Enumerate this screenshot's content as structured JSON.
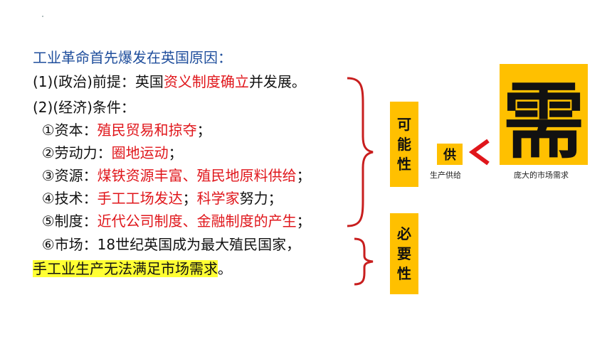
{
  "lines": [
    {
      "segments": [
        {
          "text": "工业革命首先爆发在英国原因：",
          "style": "blue"
        }
      ]
    },
    {
      "segments": [
        {
          "text": "(1)(政治)前提：英国",
          "style": ""
        },
        {
          "text": "资义制度确立",
          "style": "red"
        },
        {
          "text": "并发展。",
          "style": ""
        }
      ]
    },
    {
      "segments": [
        {
          "text": "(2)(经济)条件：",
          "style": ""
        }
      ]
    },
    {
      "segments": [
        {
          "text": "  ①资本：",
          "style": ""
        },
        {
          "text": "殖民贸易和掠夺",
          "style": "red"
        },
        {
          "text": "；",
          "style": ""
        }
      ]
    },
    {
      "segments": [
        {
          "text": "  ②劳动力：",
          "style": ""
        },
        {
          "text": "圈地运动",
          "style": "red"
        },
        {
          "text": "；",
          "style": ""
        }
      ]
    },
    {
      "segments": [
        {
          "text": "  ③资源：",
          "style": ""
        },
        {
          "text": "煤铁资源丰富、殖民地原料供给",
          "style": "red"
        },
        {
          "text": "；",
          "style": ""
        }
      ]
    },
    {
      "segments": [
        {
          "text": "  ④技术：",
          "style": ""
        },
        {
          "text": "手工工场发达",
          "style": "red"
        },
        {
          "text": "；",
          "style": ""
        },
        {
          "text": "科学家",
          "style": "red"
        },
        {
          "text": "努力；",
          "style": ""
        }
      ]
    },
    {
      "segments": [
        {
          "text": "  ⑤制度：",
          "style": ""
        },
        {
          "text": "近代公司制度、金融制度的产生",
          "style": "red"
        },
        {
          "text": "；",
          "style": ""
        }
      ]
    },
    {
      "segments": [
        {
          "text": "  ⑥市场：18世纪英国成为最大殖民国家，",
          "style": ""
        }
      ]
    },
    {
      "segments": [
        {
          "text": "手工业生产无法满足市场需求",
          "style": "hl"
        },
        {
          "text": "。",
          "style": ""
        }
      ]
    }
  ],
  "labels": {
    "possibility": [
      "可",
      "能",
      "性"
    ],
    "necessity": [
      "必",
      "要",
      "性"
    ]
  },
  "diagram": {
    "big_char": "需",
    "big_caption": "庞大的市场需求",
    "supply_char": "供",
    "supply_caption": "生产供给",
    "comparator": "<"
  },
  "colors": {
    "accent": "#ffc000",
    "red": "#e0161b",
    "blue": "#1f4e9c",
    "highlight": "#ffff33"
  }
}
